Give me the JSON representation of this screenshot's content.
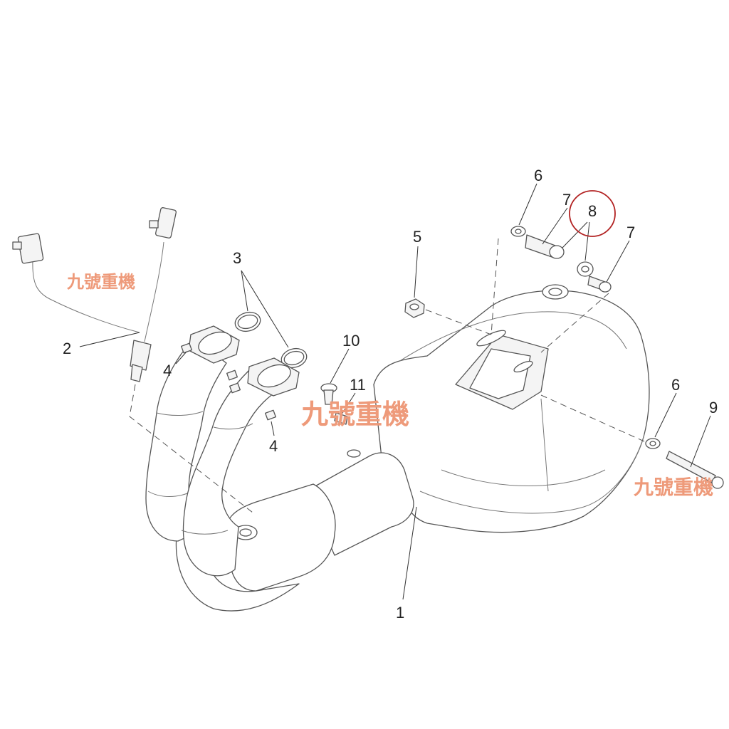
{
  "callouts": [
    {
      "id": "c1",
      "label": "1"
    },
    {
      "id": "c2",
      "label": "2"
    },
    {
      "id": "c3",
      "label": "3"
    },
    {
      "id": "c4a",
      "label": "4"
    },
    {
      "id": "c4b",
      "label": "4"
    },
    {
      "id": "c5",
      "label": "5"
    },
    {
      "id": "c6a",
      "label": "6"
    },
    {
      "id": "c6b",
      "label": "6"
    },
    {
      "id": "c7a",
      "label": "7"
    },
    {
      "id": "c7b",
      "label": "7"
    },
    {
      "id": "c8",
      "label": "8"
    },
    {
      "id": "c9",
      "label": "9"
    },
    {
      "id": "c10",
      "label": "10"
    },
    {
      "id": "c11",
      "label": "11"
    }
  ],
  "watermarks": [
    "九號重機",
    "九號重機",
    "九號重機"
  ],
  "colors": {
    "watermark": "#ee9a7a",
    "highlight_circle": "#b22222",
    "line": "#555555"
  }
}
